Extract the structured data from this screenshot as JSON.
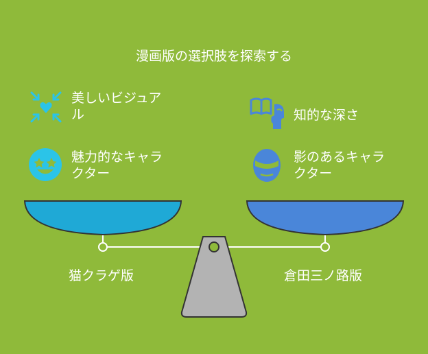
{
  "title": "漫画版の選択肢を探索する",
  "left": {
    "name": "猫クラゲ版",
    "pan_color": "#1fa9d6",
    "features": [
      {
        "label": "美しいビジュアル",
        "icon": "focus-arrows-icon"
      },
      {
        "label": "魅力的なキャラクター",
        "icon": "star-eyes-face-icon"
      }
    ]
  },
  "right": {
    "name": "倉田三ノ路版",
    "pan_color": "#4a86d9",
    "features": [
      {
        "label": "知的な深さ",
        "icon": "book-head-icon"
      },
      {
        "label": "影のあるキャラクター",
        "icon": "masked-face-icon"
      }
    ]
  },
  "colors": {
    "background": "#8fba3a",
    "stand": "#b3b3b3",
    "outline": "#333333",
    "left_icon": "#2bc4e8",
    "right_icon": "#4a86d9"
  }
}
